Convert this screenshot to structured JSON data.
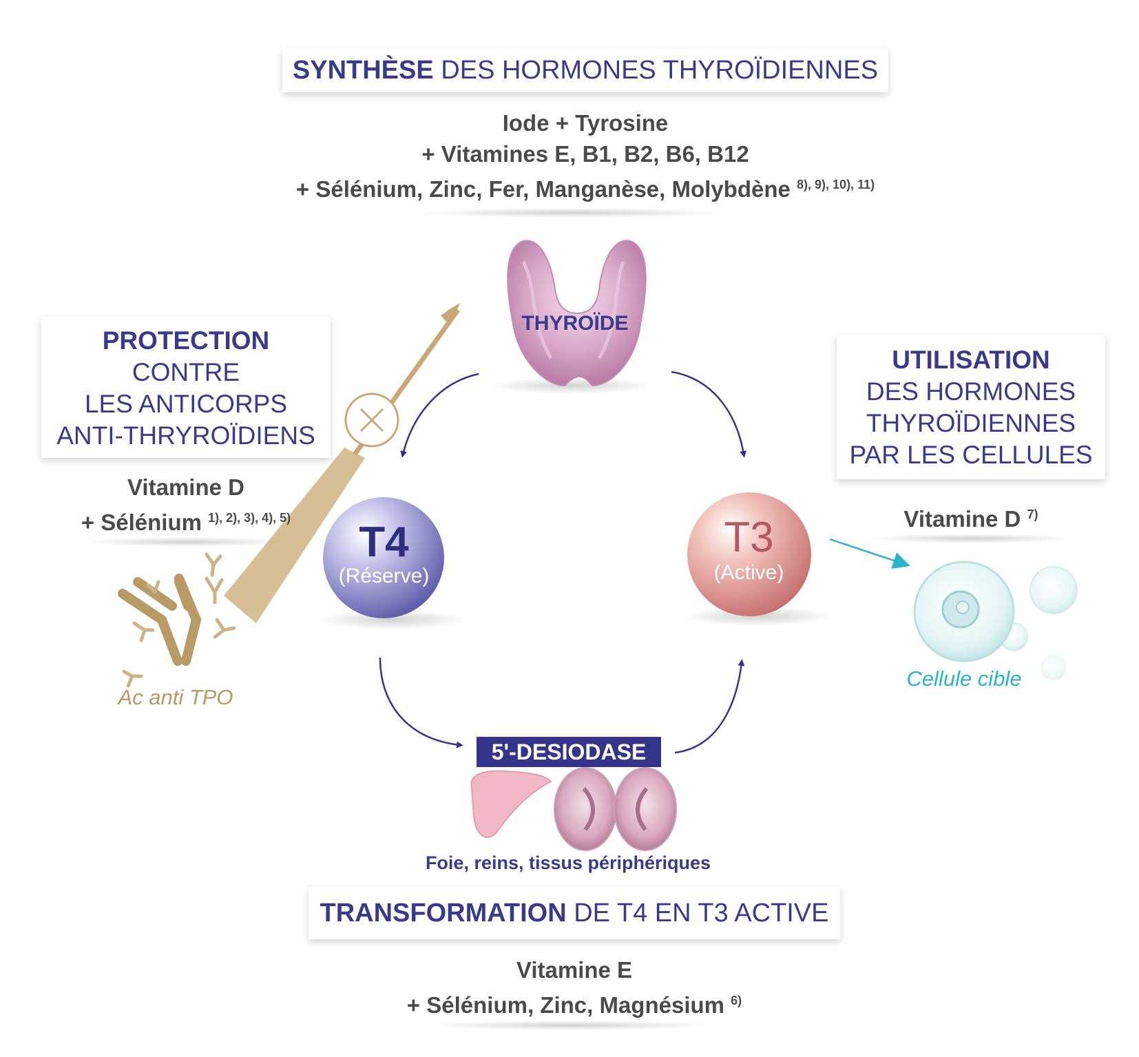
{
  "synthesis": {
    "title_bold": "SYNTHÈSE",
    "title_rest": " DES HORMONES THYROÏDIENNES",
    "lines": [
      "Iode + Tyrosine",
      "+ Vitamines E, B1, B2, B6, B12",
      "+ Sélénium, Zinc, Fer, Manganèse, Molybdène"
    ],
    "refs": "8), 9), 10), 11)"
  },
  "protection": {
    "title_bold": "PROTECTION",
    "title_lines": [
      "CONTRE",
      "LES ANTICORPS",
      "ANTI-THRYROÏDIENS"
    ],
    "lines": [
      "Vitamine D",
      "+ Sélénium"
    ],
    "refs": "1), 2), 3), 4), 5)",
    "antibody_label": "Ac anti TPO"
  },
  "utilisation": {
    "title_bold": "UTILISATION",
    "title_lines": [
      "DES HORMONES",
      "THYROÏDIENNES",
      "PAR LES CELLULES"
    ],
    "lines": [
      "Vitamine D"
    ],
    "refs": "7)",
    "cell_label": "Cellule cible"
  },
  "thyroid": {
    "label": "THYROÏDE"
  },
  "t4": {
    "name": "T4",
    "sub": "(Réserve)"
  },
  "t3": {
    "name": "T3",
    "sub": "(Active)"
  },
  "enzyme": {
    "label": "5'-DESIODASE",
    "organs_label": "Foie, reins, tissus périphériques"
  },
  "transformation": {
    "title_bold": "TRANSFORMATION",
    "title_rest": " DE T4 EN T3 ACTIVE",
    "lines": [
      "Vitamine E",
      "+ Sélénium, Zinc, Magnésium"
    ],
    "refs": "6)"
  },
  "colors": {
    "navy": "#3a3a8c",
    "gold": "#c9a877",
    "teal": "#2bb3c7",
    "thyroid_pink": "#c98fb5",
    "t4_purple": "#8a86c9",
    "t3_rose": "#d98e8a"
  }
}
